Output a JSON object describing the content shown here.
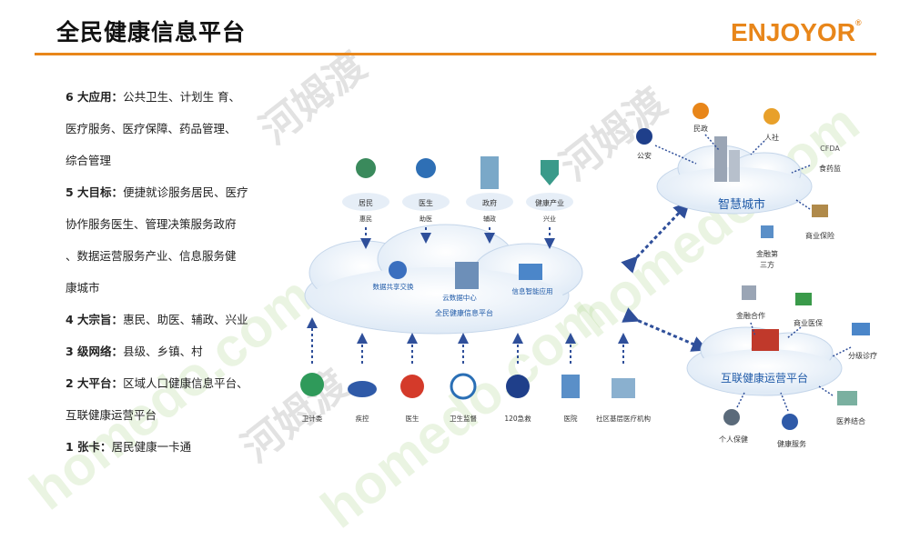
{
  "header": {
    "title": "全民健康信息平台",
    "logo": "ENJOYOR",
    "logo_mark": "®"
  },
  "watermark": {
    "text_en": "homedo.com",
    "text_cn": "河姆渡"
  },
  "left_list": [
    {
      "key": "6 大应用：",
      "text": "公共卫生、计划生  育、"
    },
    {
      "key": "",
      "text": "医疗服务、医疗保障、药品管理、"
    },
    {
      "key": "",
      "text": "综合管理"
    },
    {
      "key": "5 大目标：",
      "text": "便捷就诊服务居民、医疗"
    },
    {
      "key": "",
      "text": "协作服务医生、管理决策服务政府"
    },
    {
      "key": "",
      "text": "、数据运营服务产业、信息服务健"
    },
    {
      "key": "",
      "text": "康城市"
    },
    {
      "key": "4 大宗旨：",
      "text": "惠民、助医、辅政、兴业"
    },
    {
      "key": "3 级网络：",
      "text": "县级、乡镇、村"
    },
    {
      "key": "2 大平台：",
      "text": "区域人口健康信息平台、"
    },
    {
      "key": "",
      "text": "互联健康运营平台"
    },
    {
      "key": "1 张卡：",
      "text": "居民健康一卡通"
    }
  ],
  "diagram": {
    "center_cloud": {
      "label": "全民健康信息平台",
      "modules": [
        "数据共享交换",
        "云数据中心",
        "信息智能应用"
      ]
    },
    "top_nodes": [
      {
        "label": "居民",
        "purpose": "惠民"
      },
      {
        "label": "医生",
        "purpose": "助医"
      },
      {
        "label": "政府",
        "purpose": "辅政"
      },
      {
        "label": "健康产业",
        "purpose": "兴业"
      }
    ],
    "bottom_nodes": [
      "卫计委",
      "疾控",
      "医生",
      "卫生监督",
      "120急救",
      "医院",
      "社区基层医疗机构"
    ],
    "smart_city": {
      "label": "智慧城市",
      "nodes": [
        "公安",
        "民政",
        "人社",
        "CFDA",
        "食药监",
        "商业保险",
        "金融第",
        "三方"
      ]
    },
    "ops_platform": {
      "label": "互联健康运营平台",
      "nodes": [
        "金融合作",
        "商业医保",
        "分级诊疗",
        "医养结合",
        "健康服务",
        "个人保健"
      ]
    },
    "colors": {
      "accent": "#e8861a",
      "arrow": "#2f4f9a",
      "cloud_text": "#1f5aa8"
    }
  }
}
